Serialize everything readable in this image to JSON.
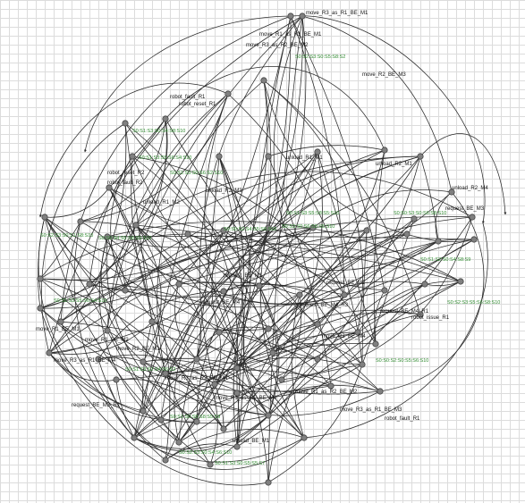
{
  "diagram": {
    "colors": {
      "background": "#ffffff",
      "grid": "#dcdcdc",
      "edge": "#2a2a2a",
      "node_fill": "#808080",
      "edge_label": "#111111",
      "state_label": "#2f8a2f"
    },
    "edge_labels": [
      "move_R3_as_R1_BE_M1",
      "move_R1_as_R1_BE_M1",
      "move_R3_as_R2_BE_M2",
      "move_R2_BE_M3",
      "robot_fault_R1",
      "robot_reset_R1",
      "robot_reset_R2",
      "robot_fault_R2",
      "unload_R1_M2",
      "unload_R2_M3",
      "unload_R1_M1",
      "unload_R2_M1",
      "unload_R2_M4",
      "request_BE_M3",
      "request_BE_M1",
      "request_BE_M2",
      "request_BE_M4",
      "request_BE_M4_R3",
      "request_BE_M4_R1",
      "robot_issue_R1",
      "move_R2_BE_M4",
      "move_R1_BE_M1",
      "move_R1_BE_M2",
      "move_R2_BE_M1",
      "move_R3_as_R1_BE_M4",
      "move_R3_as_R2_BE_M4",
      "move_R1_as_R1_BE_M4",
      "move_R1_as_R2_BE_M2",
      "move_R3_as_R1_BE_M3",
      "robot_fault_R1",
      "unload_BE_M1",
      "request_BE_M3_R1"
    ],
    "state_labels": [
      "S0:S1:S3:S0:S4:S8:S10",
      "S0:S1:S3:S5:S6:S4:S10",
      "S0:S2:S3:S0:S5:S8:S2",
      "S0:S1:S3:S0:S6:S2:S10",
      "S0:S1:S3:S5:S8:S5:S10",
      "S0:S3:S0:S6:S8:S5:S10",
      "S0:S2:S3:S0:S1:S8:S10",
      "S0:S1:S3:S5:S6:S4:S10",
      "S0:S0:S2:S4:S5:S6:S10",
      "S0:S1:S2:S0:S4:S8:S9",
      "S0:S0:S4:S5:S8:S5:S10",
      "S0:S2:S3:S5:S6:S8:S10",
      "S0:S1:S3:S2:S4:S6:S2",
      "S0:S0:S2:S0:S5:S6:S10",
      "S0:S1:S0:S5:S8:S5:S9",
      "S0:S2:S3:S0:S4:S6:S10",
      "S0:S1:S3:S0:S5:S5:S7",
      "S0:S0:S3:S0:S6:S8:S10"
    ]
  }
}
